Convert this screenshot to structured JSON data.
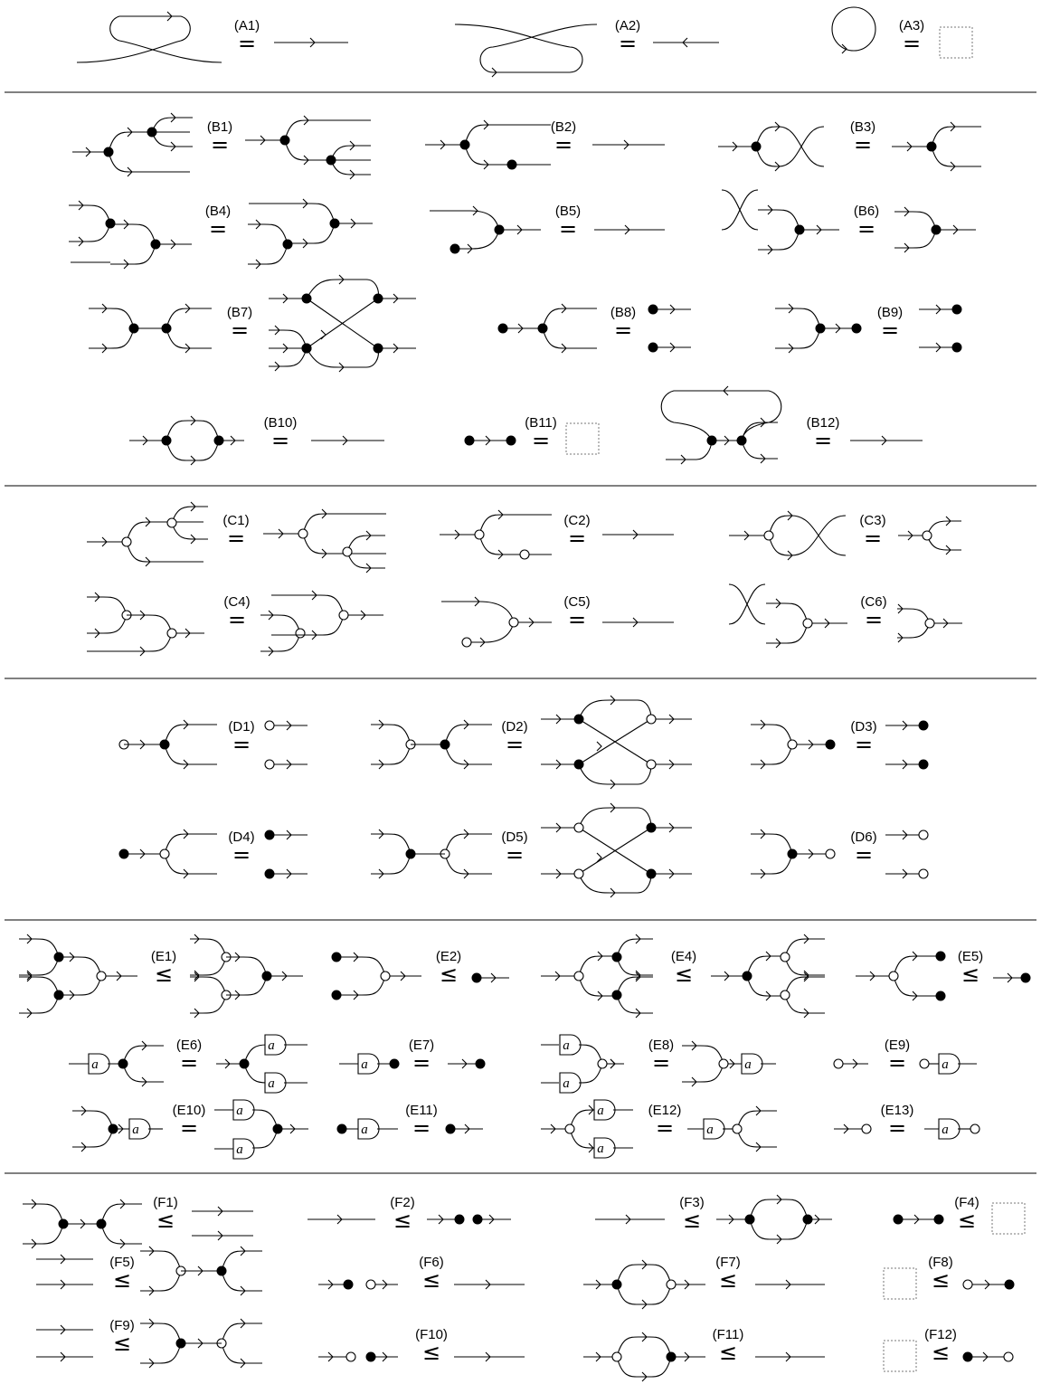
{
  "colors": {
    "ink": "#000000",
    "background": "#ffffff",
    "empty_box": "#777777"
  },
  "symbols": {
    "eq": "=",
    "le": "≤",
    "label_a": "a"
  },
  "sections": [
    {
      "id": "A",
      "rules": [
        {
          "label": "(A1)",
          "op": "="
        },
        {
          "label": "(A2)",
          "op": "="
        },
        {
          "label": "(A3)",
          "op": "="
        }
      ]
    },
    {
      "id": "B",
      "rules": [
        {
          "label": "(B1)",
          "op": "="
        },
        {
          "label": "(B2)",
          "op": "="
        },
        {
          "label": "(B3)",
          "op": "="
        },
        {
          "label": "(B4)",
          "op": "="
        },
        {
          "label": "(B5)",
          "op": "="
        },
        {
          "label": "(B6)",
          "op": "="
        },
        {
          "label": "(B7)",
          "op": "="
        },
        {
          "label": "(B8)",
          "op": "="
        },
        {
          "label": "(B9)",
          "op": "="
        },
        {
          "label": "(B10)",
          "op": "="
        },
        {
          "label": "(B11)",
          "op": "="
        },
        {
          "label": "(B12)",
          "op": "="
        }
      ]
    },
    {
      "id": "C",
      "rules": [
        {
          "label": "(C1)",
          "op": "="
        },
        {
          "label": "(C2)",
          "op": "="
        },
        {
          "label": "(C3)",
          "op": "="
        },
        {
          "label": "(C4)",
          "op": "="
        },
        {
          "label": "(C5)",
          "op": "="
        },
        {
          "label": "(C6)",
          "op": "="
        }
      ]
    },
    {
      "id": "D",
      "rules": [
        {
          "label": "(D1)",
          "op": "="
        },
        {
          "label": "(D2)",
          "op": "="
        },
        {
          "label": "(D3)",
          "op": "="
        },
        {
          "label": "(D4)",
          "op": "="
        },
        {
          "label": "(D5)",
          "op": "="
        },
        {
          "label": "(D6)",
          "op": "="
        }
      ]
    },
    {
      "id": "E",
      "rules": [
        {
          "label": "(E1)",
          "op": "≤"
        },
        {
          "label": "(E2)",
          "op": "≤"
        },
        {
          "label": "(E4)",
          "op": "≤"
        },
        {
          "label": "(E5)",
          "op": "≤"
        },
        {
          "label": "(E6)",
          "op": "="
        },
        {
          "label": "(E7)",
          "op": "="
        },
        {
          "label": "(E8)",
          "op": "="
        },
        {
          "label": "(E9)",
          "op": "="
        },
        {
          "label": "(E10)",
          "op": "="
        },
        {
          "label": "(E11)",
          "op": "="
        },
        {
          "label": "(E12)",
          "op": "="
        },
        {
          "label": "(E13)",
          "op": "="
        }
      ]
    },
    {
      "id": "F",
      "rules": [
        {
          "label": "(F1)",
          "op": "≤"
        },
        {
          "label": "(F2)",
          "op": "≤"
        },
        {
          "label": "(F3)",
          "op": "≤"
        },
        {
          "label": "(F4)",
          "op": "≤"
        },
        {
          "label": "(F5)",
          "op": "≤"
        },
        {
          "label": "(F6)",
          "op": "≤"
        },
        {
          "label": "(F7)",
          "op": "≤"
        },
        {
          "label": "(F8)",
          "op": "≤"
        },
        {
          "label": "(F9)",
          "op": "≤"
        },
        {
          "label": "(F10)",
          "op": "≤"
        },
        {
          "label": "(F11)",
          "op": "≤"
        },
        {
          "label": "(F12)",
          "op": "≤"
        }
      ]
    }
  ]
}
